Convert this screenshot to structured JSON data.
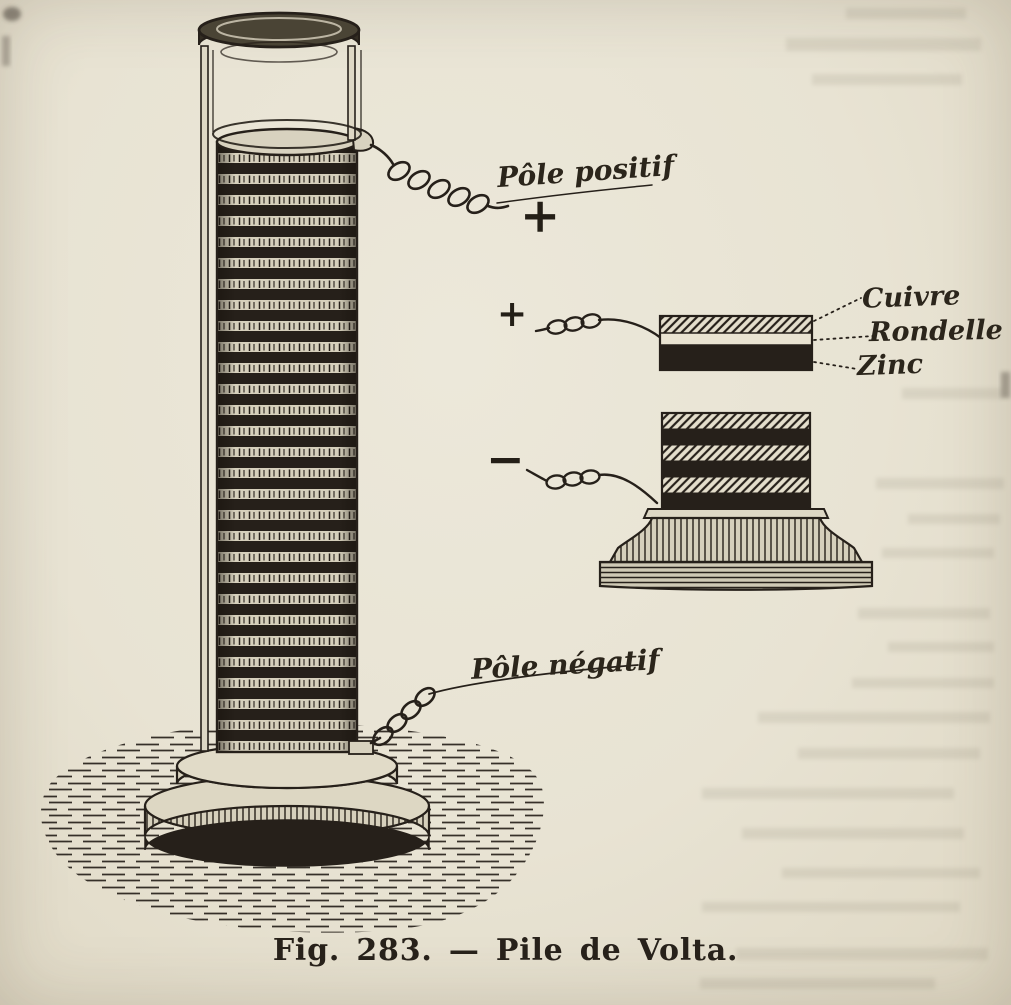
{
  "figure": {
    "caption": "Fig. 283. — Pile de Volta.",
    "labels": {
      "pole_positif": "Pôle positif",
      "pole_negatif": "Pôle négatif",
      "cuivre": "Cuivre",
      "rondelle": "Rondelle",
      "zinc": "Zinc",
      "plus": "+",
      "minus": "−"
    },
    "colors": {
      "paper": "#e8e3d3",
      "ink": "#26201a"
    }
  }
}
